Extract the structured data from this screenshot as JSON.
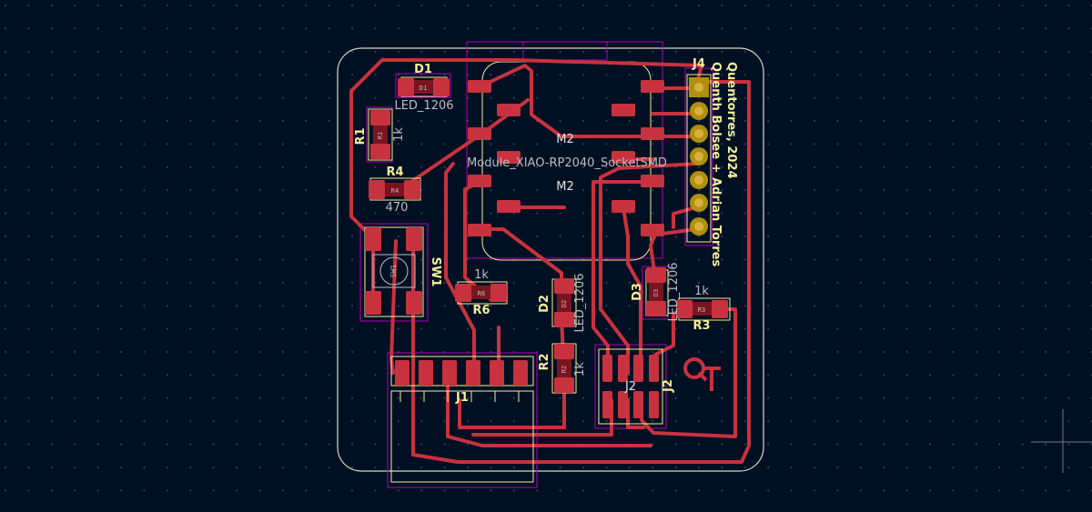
{
  "colors": {
    "background": "#001023",
    "grid_dot": "#3a4a60",
    "copper": "#c8323e",
    "silkscreen": "#f2ee9a",
    "courtyard": "#b400b4",
    "edge_cuts": "#d8d8c8",
    "pad_mark": "#7a1520",
    "ref_text": "#e6e6e6",
    "fab_text": "#bcbcbc",
    "via_gold": "#b0900c"
  },
  "board": {
    "author_line1": "Quentorres, 2024",
    "author_line2": "Quenth Bolsee + Adrian Torres",
    "logo": "QT"
  },
  "components": {
    "d1": {
      "ref": "D1",
      "value": "LED_1206",
      "pad_mark": "D1"
    },
    "r1": {
      "ref": "R1",
      "value": "1k",
      "pad_mark": "R1"
    },
    "r4": {
      "ref": "R4",
      "value": "470",
      "pad_mark": "R4"
    },
    "sw1": {
      "ref": "SW1"
    },
    "m2": {
      "ref": "M2",
      "value": "Module_XIAO-RP2040_SocketSMD",
      "ref_fab": "M2"
    },
    "j4": {
      "ref": "J4"
    },
    "r6": {
      "ref": "R6",
      "value": "1k",
      "pad_mark": "R6"
    },
    "d2": {
      "ref": "D2",
      "value": "LED_1206",
      "pad_mark": "D2"
    },
    "r2": {
      "ref": "R2",
      "value": "1k",
      "pad_mark": "R2"
    },
    "d3": {
      "ref": "D3",
      "value": "LED_1206",
      "pad_mark": "D3"
    },
    "r3": {
      "ref": "R3",
      "value": "1k",
      "pad_mark": "R3"
    },
    "j1": {
      "ref": "J1"
    },
    "j2": {
      "ref": "J2"
    }
  }
}
